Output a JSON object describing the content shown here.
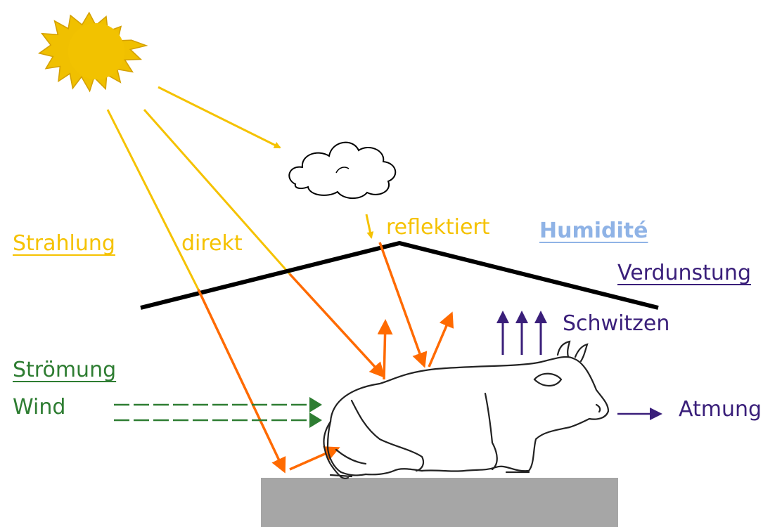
{
  "labels": {
    "strahlung": "Strahlung",
    "direkt": "direkt",
    "reflektiert": "reflektiert",
    "humidite": "Humidité",
    "verdunstung": "Verdunstung",
    "schwitzen": "Schwitzen",
    "stroemung": "Strömung",
    "wind": "Wind",
    "atmung": "Atmung"
  },
  "colors": {
    "radiation": "#f5c200",
    "radiation_heat": "#ff7a00",
    "humidity": "#8fb3e6",
    "evaporation": "#3a1f7a",
    "flow": "#2e7d32",
    "roof": "#000000",
    "ground": "#a6a6a6"
  },
  "icons": [
    "sun-icon",
    "cloud-icon",
    "cow-illustration"
  ]
}
